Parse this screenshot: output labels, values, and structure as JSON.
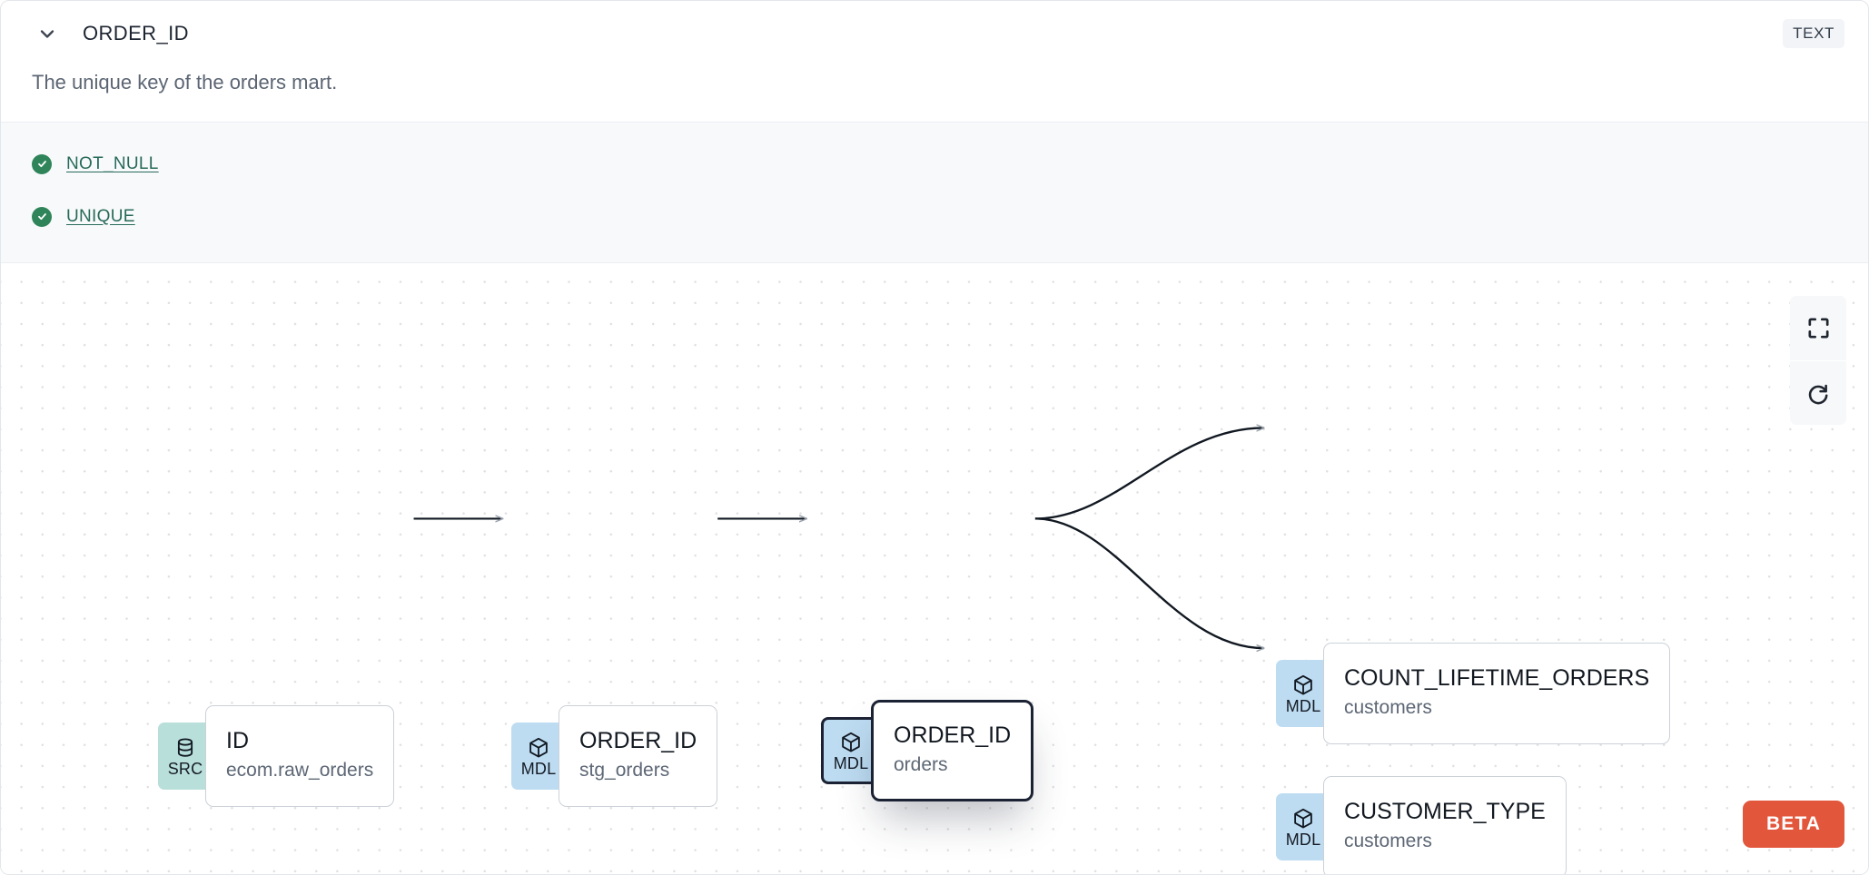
{
  "header": {
    "collapse_icon": "chevron-down-icon",
    "title": "ORDER_ID",
    "type_badge": "TEXT"
  },
  "description": "The unique key of the orders mart.",
  "tests": [
    {
      "status_icon": "check-circle-icon",
      "label": "NOT_NULL"
    },
    {
      "status_icon": "check-circle-icon",
      "label": "UNIQUE"
    }
  ],
  "lineage": {
    "nodes": [
      {
        "id": "src-id",
        "kind": "SRC",
        "kind_icon": "database-icon",
        "name": "ID",
        "sub": "ecom.raw_orders",
        "selected": false
      },
      {
        "id": "stg-order",
        "kind": "MDL",
        "kind_icon": "cube-icon",
        "name": "ORDER_ID",
        "sub": "stg_orders",
        "selected": false
      },
      {
        "id": "mart-order",
        "kind": "MDL",
        "kind_icon": "cube-icon",
        "name": "ORDER_ID",
        "sub": "orders",
        "selected": true
      },
      {
        "id": "cnt-life",
        "kind": "MDL",
        "kind_icon": "cube-icon",
        "name": "COUNT_LIFETIME_ORDERS",
        "sub": "customers",
        "selected": false
      },
      {
        "id": "cust-type",
        "kind": "MDL",
        "kind_icon": "cube-icon",
        "name": "CUSTOMER_TYPE",
        "sub": "customers",
        "selected": false
      }
    ],
    "edges": [
      {
        "from": "src-id",
        "to": "stg-order"
      },
      {
        "from": "stg-order",
        "to": "mart-order"
      },
      {
        "from": "mart-order",
        "to": "cnt-life"
      },
      {
        "from": "mart-order",
        "to": "cust-type"
      }
    ]
  },
  "controls": [
    {
      "icon": "fit-view-icon",
      "name": "fit-view-button"
    },
    {
      "icon": "reset-icon",
      "name": "reset-layout-button"
    }
  ],
  "beta_label": "BETA",
  "colors": {
    "src_badge": "#b9dfdb",
    "mdl_badge": "#bddcf2",
    "test_pass": "#2f8559",
    "test_link": "#276a58",
    "beta": "#e2563c",
    "selected_border": "#1b2233"
  }
}
